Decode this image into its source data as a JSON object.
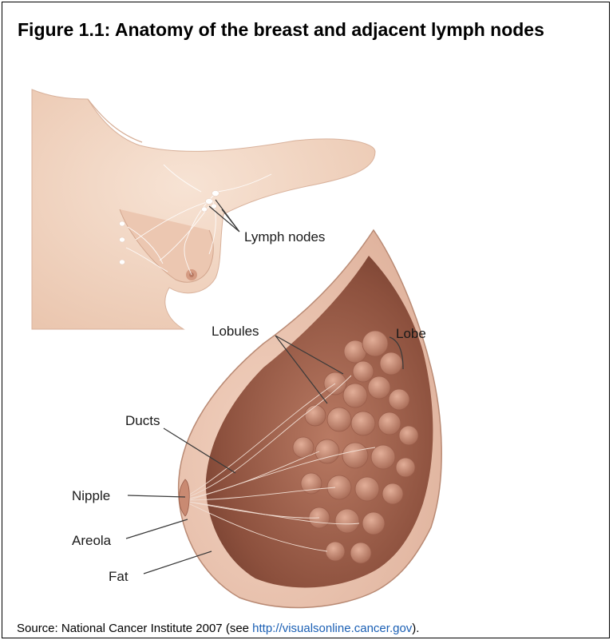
{
  "title": "Figure 1.1: Anatomy of the breast and adjacent lymph nodes",
  "labels": {
    "lymph_nodes": "Lymph nodes",
    "lobules": "Lobules",
    "lobe": "Lobe",
    "ducts": "Ducts",
    "nipple": "Nipple",
    "areola": "Areola",
    "fat": "Fat"
  },
  "source": {
    "prefix": "Source: National Cancer Institute 2007 (see ",
    "link_text": "http://visualsonline.cancer.gov",
    "suffix": ")."
  },
  "colors": {
    "skin": "#f3d9c6",
    "tissue": "#8a4e3c",
    "lobule": "#c48a74"
  }
}
